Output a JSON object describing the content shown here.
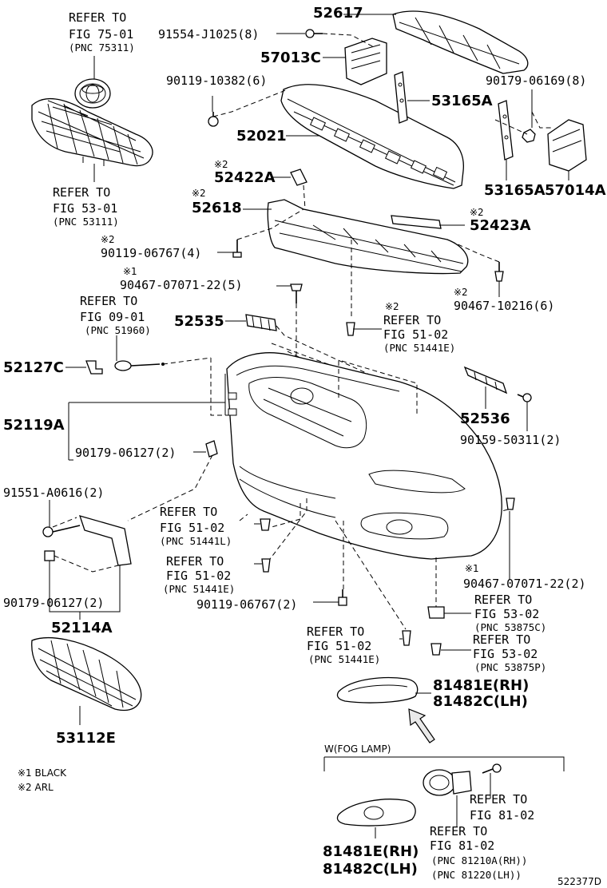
{
  "refs": {
    "r1": [
      "REFER TO",
      "FIG 75-01",
      "(PNC 75311)"
    ],
    "r2": [
      "REFER TO",
      "FIG 53-01",
      "(PNC 53111)"
    ],
    "r3": [
      "REFER TO",
      "FIG 09-01",
      "(PNC 51960)"
    ],
    "r4": [
      "REFER TO",
      "FIG 51-02",
      "(PNC 51441E)"
    ],
    "r5": [
      "REFER TO",
      "FIG 51-02",
      "(PNC 51441L)"
    ],
    "r6": [
      "REFER TO",
      "FIG 51-02",
      "(PNC 51441E)"
    ],
    "r7": [
      "REFER TO",
      "FIG 51-02",
      "(PNC 51441E)"
    ],
    "r8": [
      "REFER TO",
      "FIG 53-02",
      "(PNC 53875C)"
    ],
    "r9": [
      "REFER TO",
      "FIG 53-02",
      "(PNC 53875P)"
    ],
    "r10": [
      "REFER TO",
      "FIG 81-02"
    ],
    "r11": [
      "REFER TO",
      "FIG 81-02",
      "(PNC 81210A(RH))",
      "(PNC 81220(LH))"
    ]
  },
  "parts": {
    "p52617": "52617",
    "p91554": "91554-J1025(8)",
    "p57013C": "57013C",
    "p90119_10382": "90119-10382(6)",
    "p90179_06169": "90179-06169(8)",
    "p53165A_1": "53165A",
    "p52021": "52021",
    "p53165A_2": "53165A",
    "p57014A": "57014A",
    "p52422A": "52422A",
    "p52618": "52618",
    "p52423A": "52423A",
    "p90119_06767_4": "90119-06767(4)",
    "p90467_07071_5": "90467-07071-22(5)",
    "p90467_10216": "90467-10216(6)",
    "p52535": "52535",
    "p52127C": "52127C",
    "p52119A": "52119A",
    "p90179_06127_a": "90179-06127(2)",
    "p52536": "52536",
    "p90159_50311": "90159-50311(2)",
    "p91551_A0616": "91551-A0616(2)",
    "p90467_07071_2": "90467-07071-22(2)",
    "p90119_06767_2": "90119-06767(2)",
    "p90179_06127_b": "90179-06127(2)",
    "p52114A": "52114A",
    "p81481E_a": "81481E(RH)",
    "p81482C_a": "81482C(LH)",
    "p53112E": "53112E",
    "p81481E_b": "81481E(RH)",
    "p81482C_b": "81482C(LH)"
  },
  "marks": {
    "m1": "※1",
    "m2": "※2"
  },
  "legend": {
    "l1": "※1 BLACK",
    "l2": "※2 ARL"
  },
  "fog": "W(FOG  LAMP)",
  "code": "522377D"
}
